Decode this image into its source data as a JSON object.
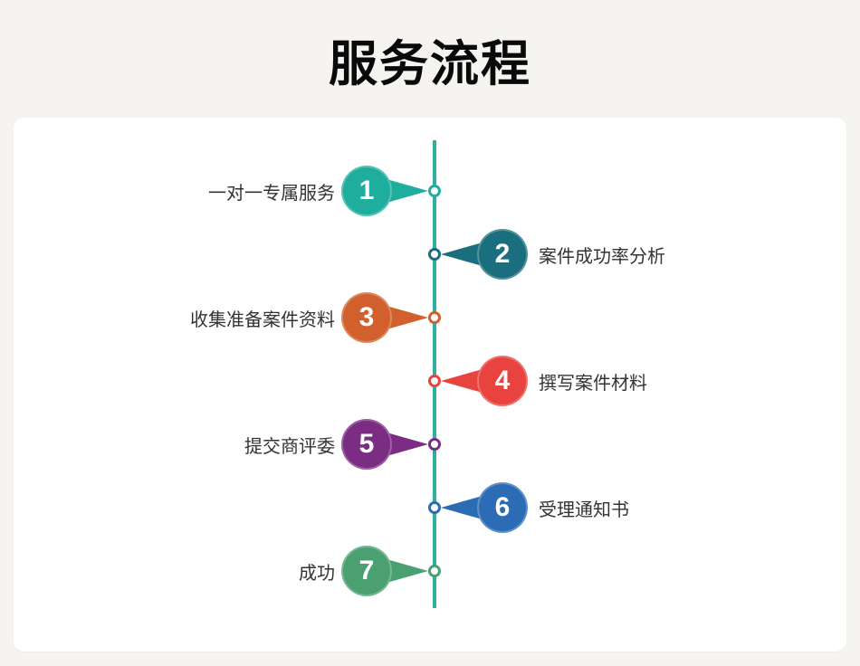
{
  "page": {
    "title": "服务流程",
    "background": "#f5f4f0",
    "card_background": "#ffffff",
    "line_color": "#2fae9f",
    "label_color": "#333333"
  },
  "steps": [
    {
      "number": "1",
      "label": "一对一专属服务",
      "side": "left",
      "color": "#1fae9e"
    },
    {
      "number": "2",
      "label": "案件成功率分析",
      "side": "right",
      "color": "#1b6e7d"
    },
    {
      "number": "3",
      "label": "收集准备案件资料",
      "side": "left",
      "color": "#d2602c"
    },
    {
      "number": "4",
      "label": "撰写案件材料",
      "side": "right",
      "color": "#e8433f"
    },
    {
      "number": "5",
      "label": "提交商评委",
      "side": "left",
      "color": "#7b2d83"
    },
    {
      "number": "6",
      "label": "受理通知书",
      "side": "right",
      "color": "#2b6cb5"
    },
    {
      "number": "7",
      "label": "成功",
      "side": "left",
      "color": "#4aa071"
    }
  ]
}
